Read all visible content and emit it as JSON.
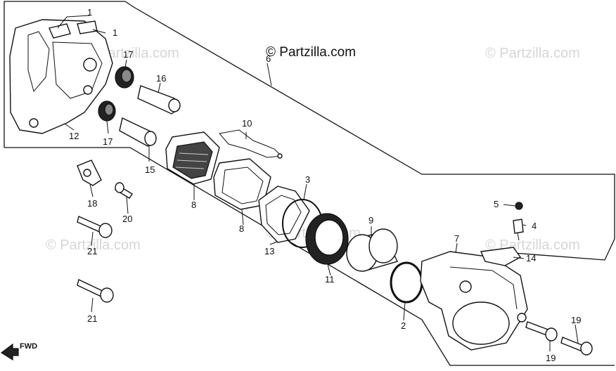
{
  "brand": {
    "copyright_text": "© Partzilla.com",
    "watermark_text": "© Partzilla.com"
  },
  "direction": {
    "label": "FWD"
  },
  "callouts": [
    {
      "id": "c1a",
      "num": "1",
      "part": "pad-pin-clip"
    },
    {
      "id": "c1b",
      "num": "1",
      "part": "pad-pin-clip"
    },
    {
      "id": "c2",
      "num": "2",
      "part": "dust-seal"
    },
    {
      "id": "c3",
      "num": "3",
      "part": "piston-seal-ring"
    },
    {
      "id": "c4",
      "num": "4",
      "part": "bleed-valve"
    },
    {
      "id": "c5",
      "num": "5",
      "part": "bleed-valve-cap"
    },
    {
      "id": "c6",
      "num": "6",
      "part": "caliper-assembly"
    },
    {
      "id": "c7",
      "num": "7",
      "part": "caliper-body"
    },
    {
      "id": "c8a",
      "num": "8",
      "part": "brake-pad"
    },
    {
      "id": "c8b",
      "num": "8",
      "part": "brake-pad"
    },
    {
      "id": "c9",
      "num": "9",
      "part": "piston"
    },
    {
      "id": "c10",
      "num": "10",
      "part": "pad-spring"
    },
    {
      "id": "c11",
      "num": "11",
      "part": "piston-seal"
    },
    {
      "id": "c12",
      "num": "12",
      "part": "caliper-bracket"
    },
    {
      "id": "c13",
      "num": "13",
      "part": "pad-shim"
    },
    {
      "id": "c14",
      "num": "14",
      "part": "pad-retainer"
    },
    {
      "id": "c15",
      "num": "15",
      "part": "slide-pin-lower"
    },
    {
      "id": "c16",
      "num": "16",
      "part": "slide-pin-upper"
    },
    {
      "id": "c17a",
      "num": "17",
      "part": "boot-upper"
    },
    {
      "id": "c17b",
      "num": "17",
      "part": "boot-lower"
    },
    {
      "id": "c18",
      "num": "18",
      "part": "hose-clamp"
    },
    {
      "id": "c19a",
      "num": "19",
      "part": "caliper-bolt-a"
    },
    {
      "id": "c19b",
      "num": "19",
      "part": "caliper-bolt-b"
    },
    {
      "id": "c20",
      "num": "20",
      "part": "small-bolt"
    },
    {
      "id": "c21a",
      "num": "21",
      "part": "flange-bolt-a"
    },
    {
      "id": "c21b",
      "num": "21",
      "part": "flange-bolt-b"
    }
  ]
}
